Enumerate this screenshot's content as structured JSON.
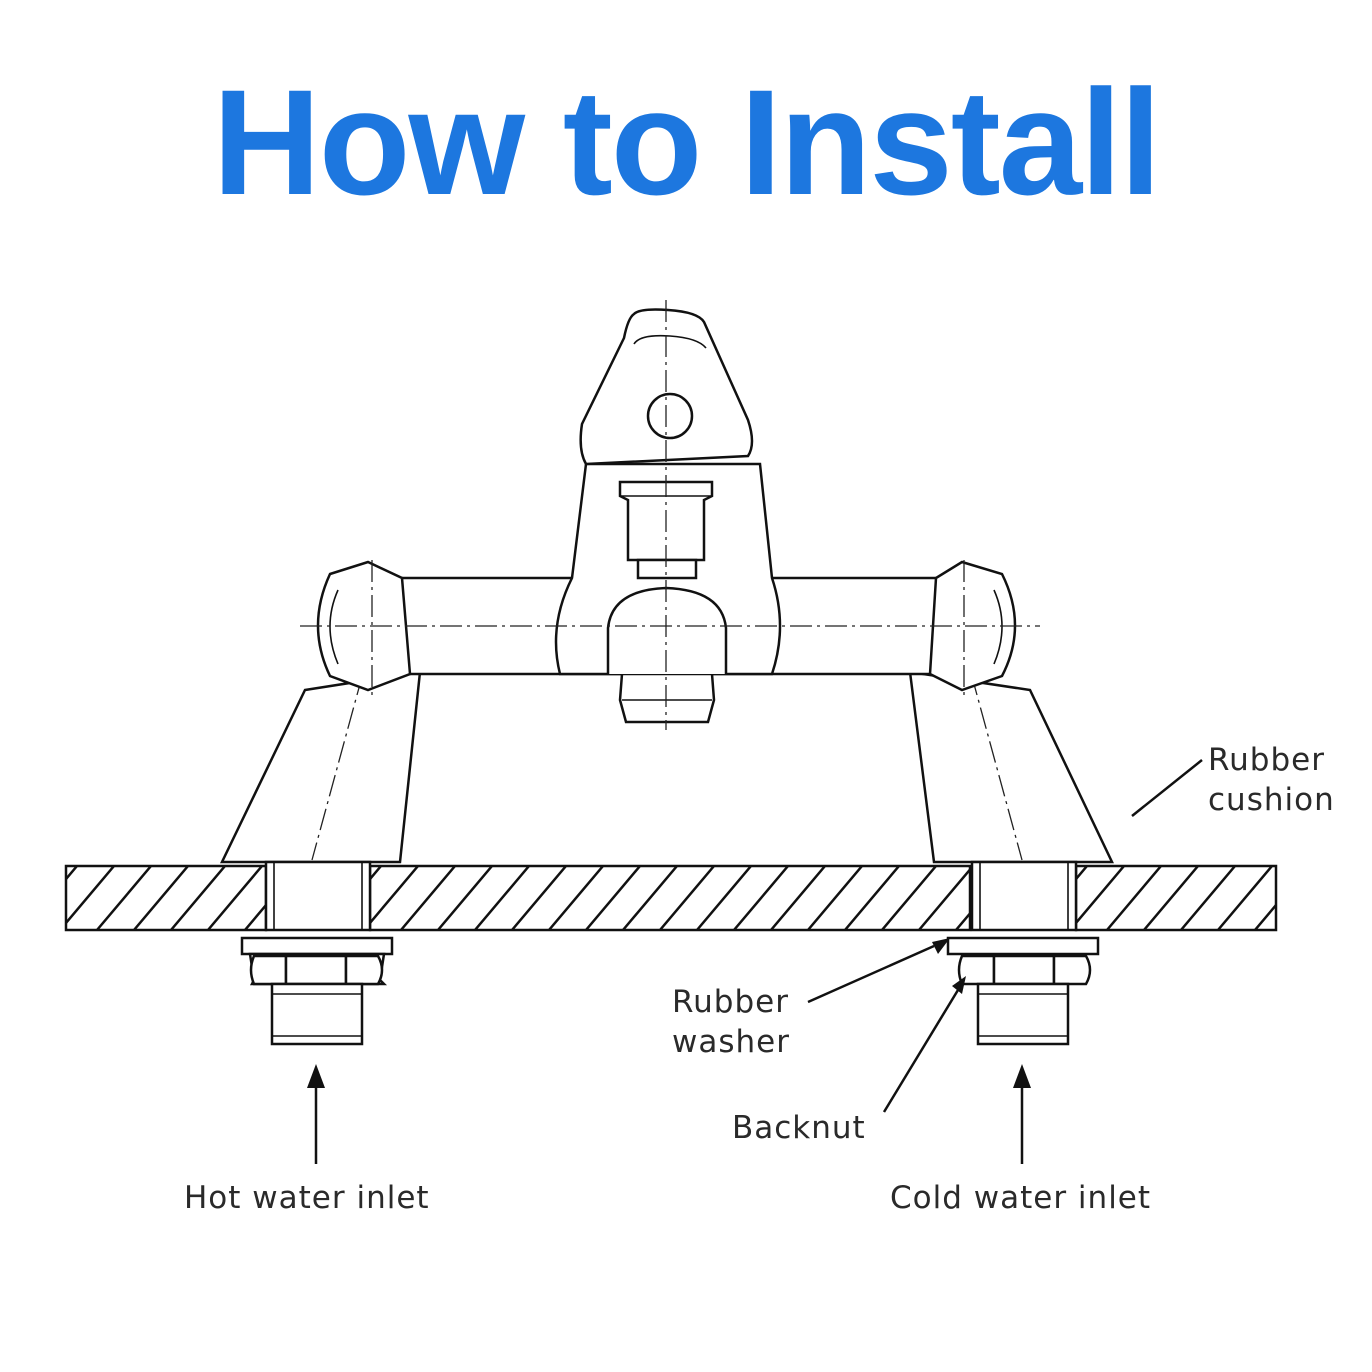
{
  "title": "How to Install",
  "labels": {
    "rubber_cushion_line1": "Rubber",
    "rubber_cushion_line2": "cushion",
    "rubber_washer_line1": "Rubber",
    "rubber_washer_line2": "washer",
    "backnut": "Backnut",
    "hot_water_inlet": "Hot water inlet",
    "cold_water_inlet": "Cold water inlet"
  },
  "colors": {
    "title": "#1d77df",
    "line": "#111111",
    "label": "#2a2a2a"
  }
}
